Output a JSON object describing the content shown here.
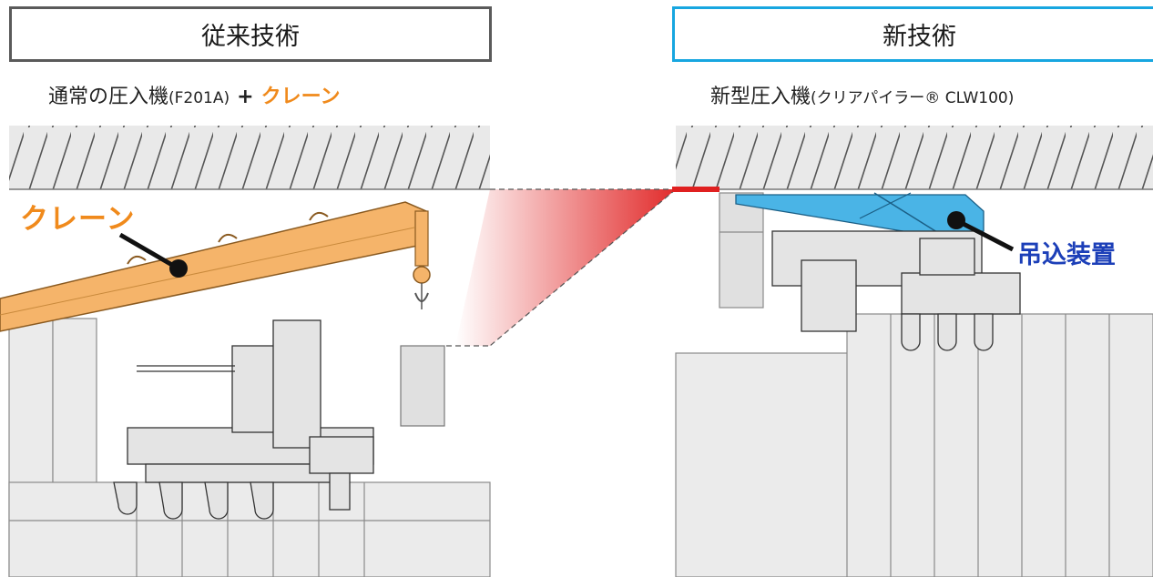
{
  "headers": {
    "conventional": "従来技術",
    "new": "新技術"
  },
  "subtitles": {
    "conventional_main": "通常の圧入機",
    "conventional_model": "(F201A)",
    "plus": "+",
    "conventional_crane": "クレーン",
    "new_main": "新型圧入機",
    "new_model": "(クリアパイラー® CLW100)"
  },
  "labels": {
    "crane": "クレーン",
    "lifting_device": "吊込装置"
  },
  "colors": {
    "crane_orange": "#f5b46a",
    "lift_blue": "#4ab4e6",
    "header_new_border": "#17a6e0",
    "label_orange": "#f08a1c",
    "label_blue": "#1c3fb8",
    "clearance_red": "#e02020"
  }
}
